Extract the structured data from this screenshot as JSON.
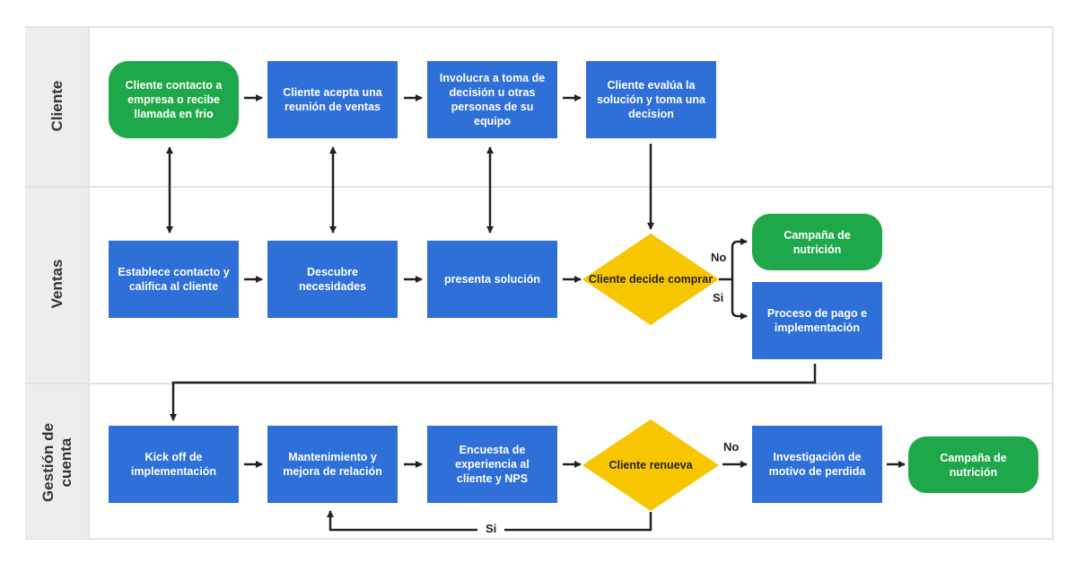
{
  "lanes": {
    "cliente": "Cliente",
    "ventas": "Ventas",
    "gestion": "Gestión de cuenta"
  },
  "nodes": {
    "c1": "Cliente contacto a empresa o recibe llamada en frio",
    "c2": "Cliente acepta una reunión de ventas",
    "c3": "Involucra a toma de decisión u otras personas de su equipo",
    "c4": "Cliente evalúa la solución y toma una decision",
    "v1": "Establece contacto y califica al cliente",
    "v2": "Descubre necesidades",
    "v3": "presenta solución",
    "v4": "Cliente decide comprar",
    "v5": "Campaña de nutrición",
    "v6": "Proceso de pago e implementación",
    "g1": "Kick off de implementación",
    "g2": "Mantenimiento y mejora de relación",
    "g3": "Encuesta de experiencia al cliente y NPS",
    "g4": "Cliente renueva",
    "g5": "Investigación de motivo de perdida",
    "g6": "Campaña de nutrición"
  },
  "edge_labels": {
    "v_no": "No",
    "v_si": "Si",
    "g_no": "No",
    "g_si": "Si"
  },
  "colors": {
    "blue": "#2e6fd8",
    "green": "#1ea84a",
    "yellow": "#f7c600",
    "lane_header": "#ededed"
  }
}
